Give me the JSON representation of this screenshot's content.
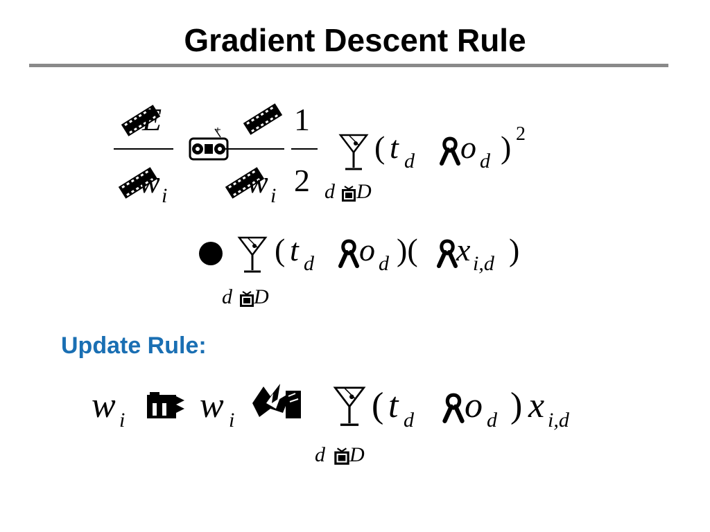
{
  "slide": {
    "title": "Gradient Descent Rule",
    "update_heading": "Update Rule:",
    "accent_color": "#1a6fb3"
  },
  "equations": {
    "eq1": {
      "E": "E",
      "w": "w",
      "i": "i",
      "one": "1",
      "two": "2",
      "open_paren": "(",
      "t": "t",
      "d": "d",
      "o": "o",
      "close_paren": ")",
      "power": "2",
      "sum_d": "d",
      "sum_D": "D"
    },
    "eq2": {
      "open_paren": "(",
      "t": "t",
      "d": "d",
      "o": "o",
      "mid_paren": ")(",
      "x": "x",
      "sub_id": "i,d",
      "close_paren": ")",
      "sum_d": "d",
      "sum_D": "D"
    },
    "eq3": {
      "w": "w",
      "i": "i",
      "open_paren": "(",
      "t": "t",
      "d": "d",
      "o": "o",
      "close_paren": ")",
      "x": "x",
      "sub_id": "i,d",
      "sum_d": "d",
      "sum_D": "D"
    }
  },
  "icons": {
    "partial_symbol": "film-strip-icon",
    "equals_symbol": "boombox-icon",
    "minus_symbol": "ribbon-icon",
    "sum_symbol": "martini-glass-icon",
    "element_of_symbol": "gift-icon",
    "approx_symbol": "bullet-dot",
    "assign_symbol": "folder-icon",
    "eta_symbol": "lightning-burst-icon"
  }
}
